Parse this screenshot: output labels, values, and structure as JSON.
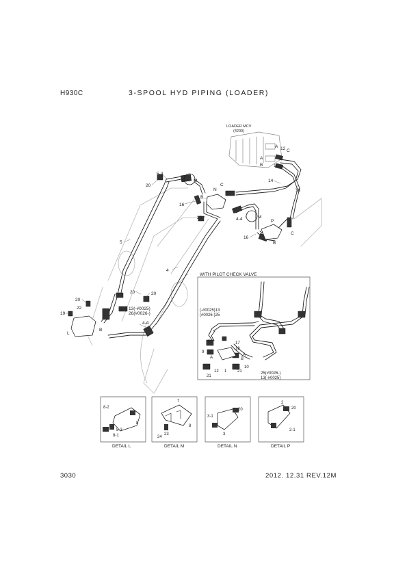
{
  "header": {
    "model": "H930C",
    "title": "3-SPOOL HYD PIPING (LOADER)"
  },
  "footer": {
    "page_number": "3030",
    "revision": "2012. 12.31  REV.12M"
  },
  "main_diagram": {
    "mcv_label_line1": "LOADER MCV",
    "mcv_label_line2": "(4200)",
    "port_labels": [
      "A",
      "12",
      "C",
      "A",
      "B",
      "12",
      "C",
      "N",
      "B",
      "C",
      "P",
      "B",
      "C",
      "M",
      "M",
      "L",
      "B"
    ],
    "part_callouts": [
      "5-4",
      "20",
      "14",
      "16",
      "16",
      "20",
      "4-4",
      "16",
      "5",
      "4",
      "20",
      "20",
      "20",
      "22",
      "19",
      "5-4",
      "13(-#0025)",
      "26(#0026-)",
      "4-4"
    ]
  },
  "inset": {
    "title": "WITH PILOT CHECK VALVE",
    "callouts": [
      "(-#0025)13",
      "(#0026-)25",
      "17",
      "18",
      "9",
      "A",
      "12",
      "21",
      "1",
      "21",
      "10",
      "A",
      "25(#0026-)",
      "13(-#0025)",
      "B",
      "B"
    ]
  },
  "details": [
    {
      "caption": "DETAIL L",
      "callouts": [
        "8-2",
        "8",
        "8-3",
        "8-1"
      ]
    },
    {
      "caption": "DETAIL M",
      "callouts": [
        "7",
        "8",
        "23",
        "24"
      ]
    },
    {
      "caption": "DETAIL N",
      "callouts": [
        "3-1",
        "20",
        "3"
      ]
    },
    {
      "caption": "DETAIL P",
      "callouts": [
        "2",
        "20",
        "2-1"
      ]
    }
  ]
}
